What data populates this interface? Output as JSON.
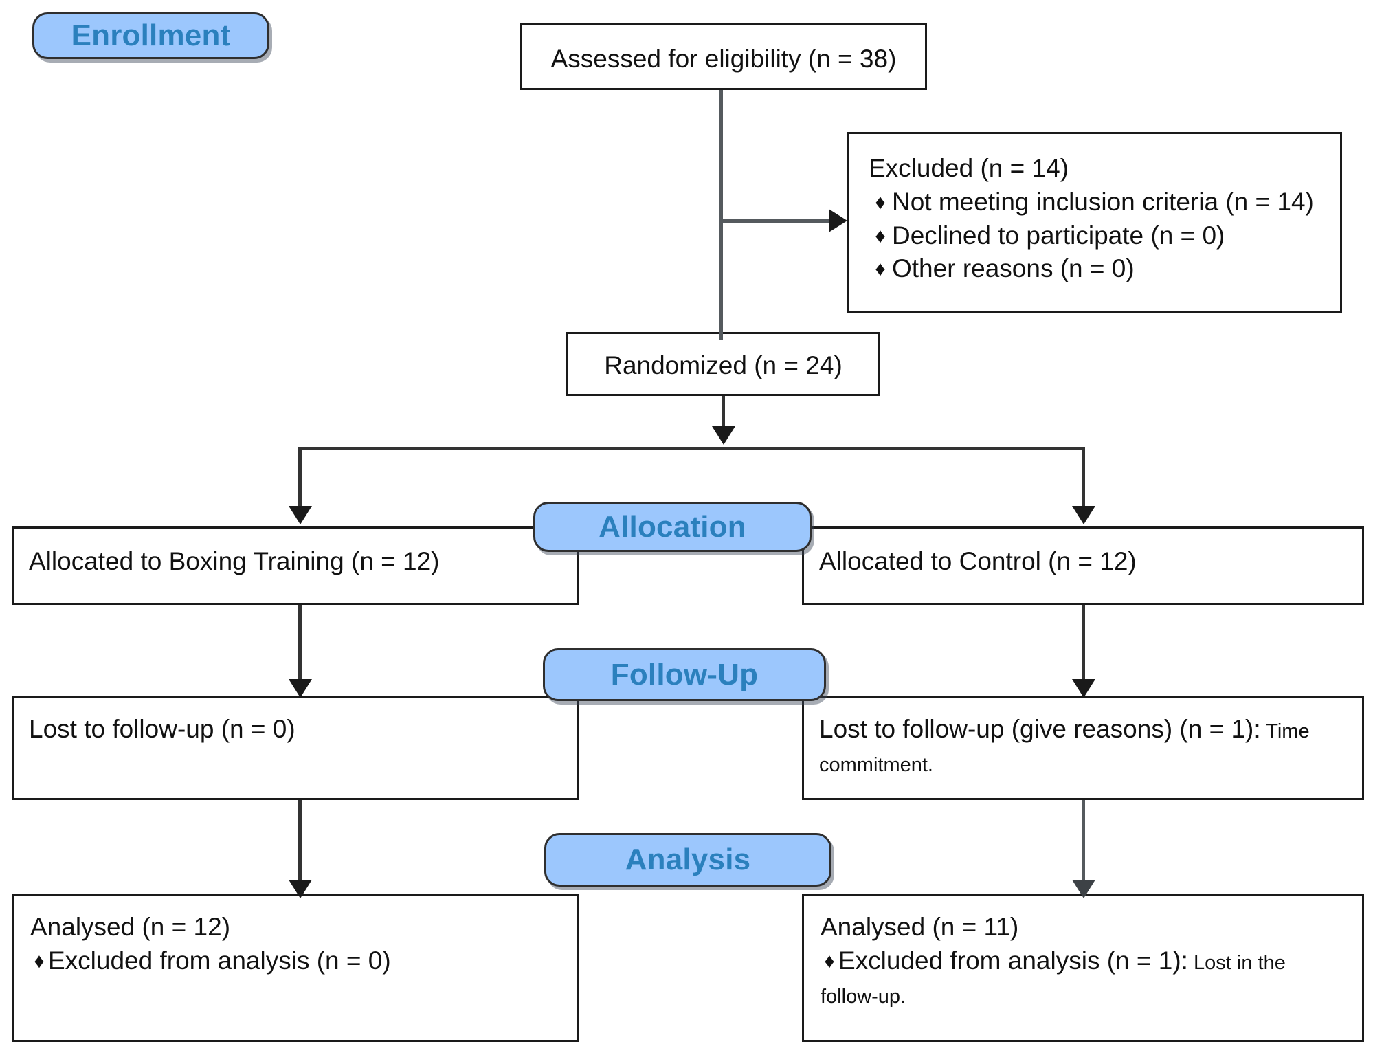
{
  "diagram": {
    "title": "CONSORT participant flow diagram",
    "colors": {
      "badge_fill": "#9cc7fd",
      "badge_text": "#2b80bd",
      "badge_border": "#2f2f2f",
      "box_border": "#1a1a1a",
      "box_fill": "#ffffff",
      "connector": "#333333",
      "connector_gray": "#555a5e"
    }
  },
  "stages": {
    "enrollment": "Enrollment",
    "allocation": "Allocation",
    "followup": "Follow-Up",
    "analysis": "Analysis"
  },
  "boxes": {
    "assessed": {
      "text": "Assessed for eligibility (n = 38)"
    },
    "excluded": {
      "heading": "Excluded (n = 14)",
      "bullet_marker": "♦",
      "items": [
        "Not meeting inclusion criteria (n = 14)",
        "Declined to participate (n = 0)",
        "Other reasons (n = 0)"
      ]
    },
    "randomized": {
      "text": "Randomized (n = 24)"
    },
    "allocated_left": {
      "text": "Allocated to Boxing Training (n = 12)"
    },
    "allocated_right": {
      "text": "Allocated to Control (n = 12)"
    },
    "followup_left": {
      "text": "Lost to follow-up (n = 0)"
    },
    "followup_right": {
      "text": "Lost to follow-up (give reasons) (n = 1):",
      "reason": "Time commitment."
    },
    "analysis_left": {
      "heading": "Analysed (n = 12)",
      "bullet_marker": "♦",
      "item": "Excluded from analysis (n = 0)"
    },
    "analysis_right": {
      "heading": "Analysed (n = 11)",
      "bullet_marker": "♦",
      "item": "Excluded from analysis (n = 1):",
      "reason": "Lost in the follow-up."
    }
  },
  "connectors": {
    "assessed_to_randomized": "vertical-line",
    "assessed_to_excluded": "right-arrow",
    "randomized_split": "split-tee",
    "allocation_to_followup_left": "down-arrow",
    "allocation_to_followup_right": "down-arrow",
    "followup_to_analysis_left": "down-arrow",
    "followup_to_analysis_right": "down-arrow"
  }
}
